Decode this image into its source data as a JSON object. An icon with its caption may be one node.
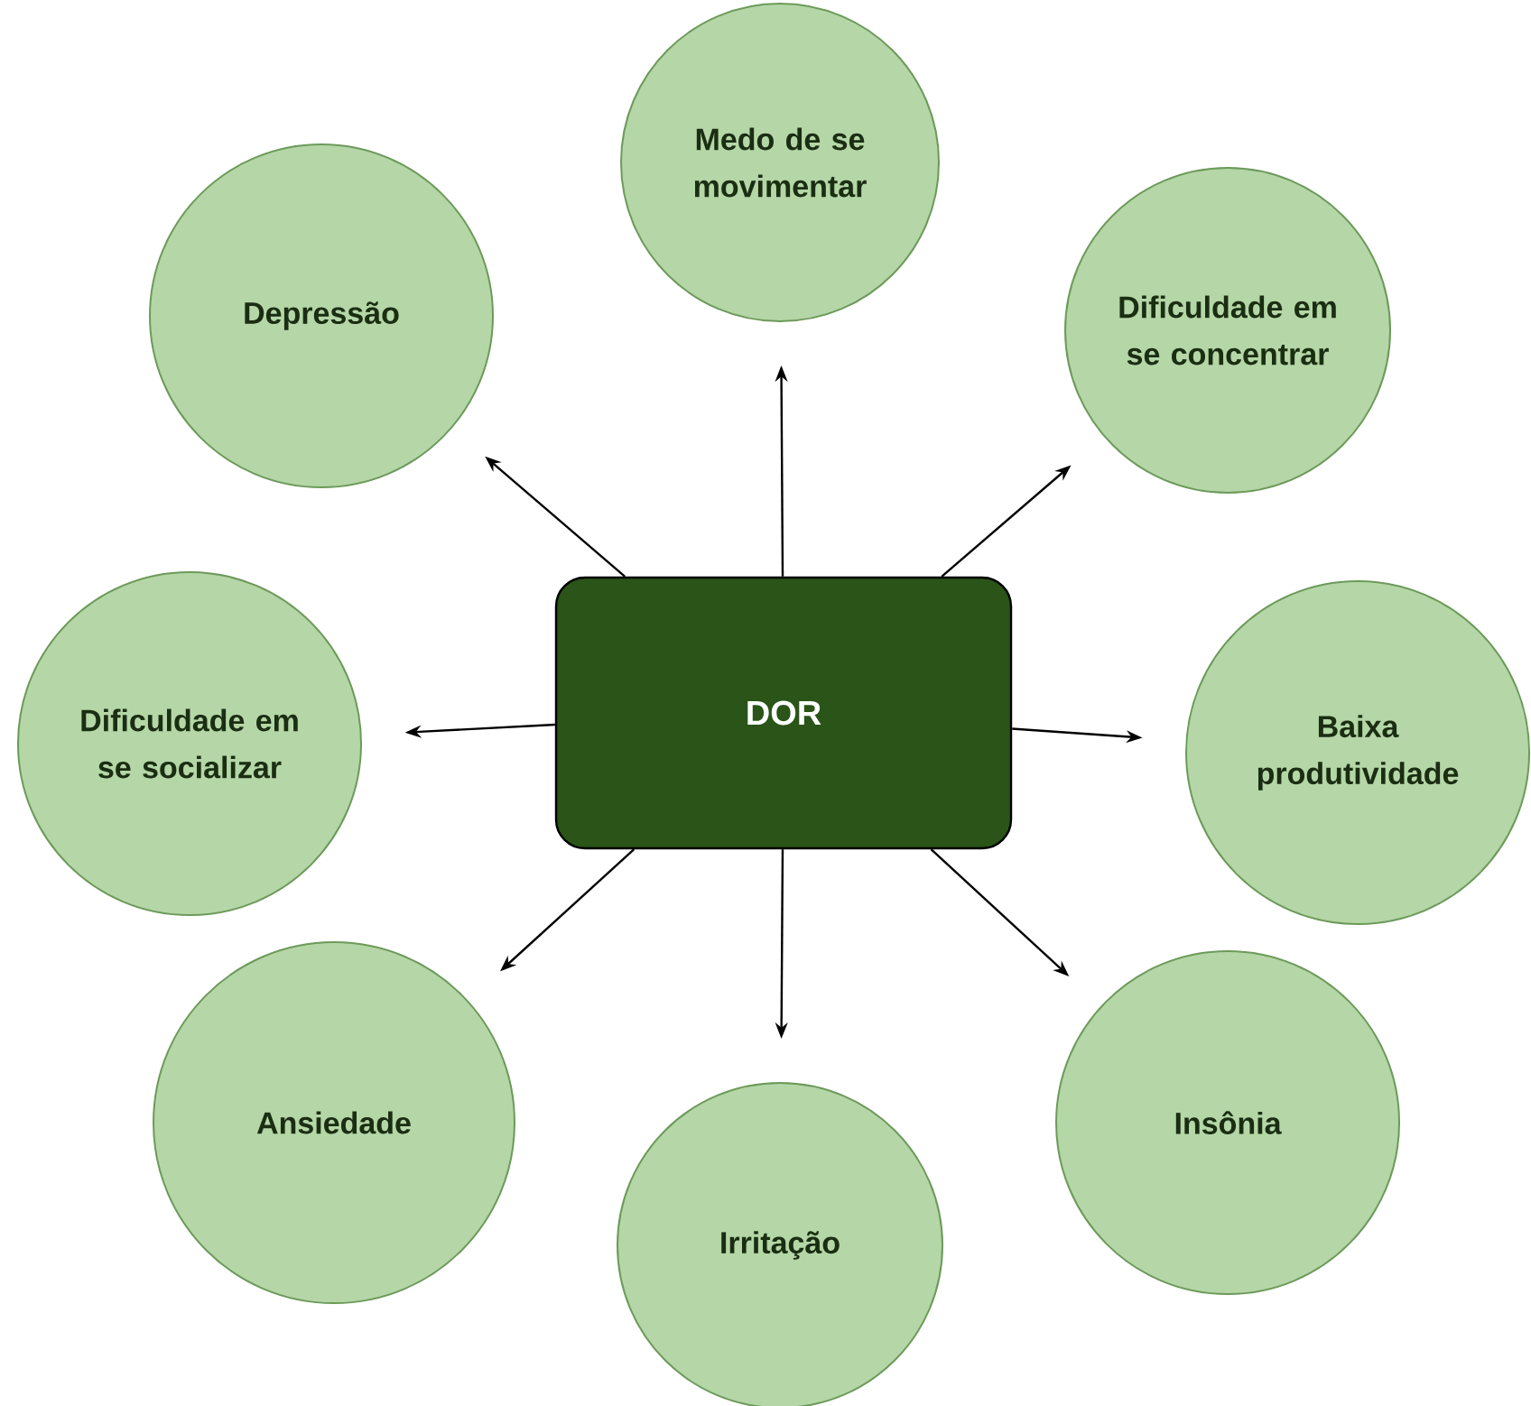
{
  "diagram": {
    "nodes": [
      {
        "text": [
          "Medo de se movimentar"
        ]
      },
      {
        "text": [
          "Depressão"
        ]
      },
      {
        "text": [
          "Dificuldade em se concentrar"
        ]
      },
      {
        "text": [
          "Dificuldade em se socializar"
        ]
      },
      {
        "text": [
          "DOR"
        ]
      },
      {
        "text": [
          "Baixa produtividade"
        ]
      },
      {
        "text": [
          "Ansiedade"
        ]
      },
      {
        "text": [
          "Insônia"
        ]
      },
      {
        "text": [
          "Irritação"
        ]
      }
    ],
    "edges": [
      {
        "from": 4,
        "to": 0,
        "arrow": "to"
      },
      {
        "from": 4,
        "to": 1,
        "arrow": "to"
      },
      {
        "from": 4,
        "to": 2,
        "arrow": "to"
      },
      {
        "from": 4,
        "to": 3,
        "arrow": "to"
      },
      {
        "from": 4,
        "to": 5,
        "arrow": "to"
      },
      {
        "from": 4,
        "to": 6,
        "arrow": "to"
      },
      {
        "from": 4,
        "to": 7,
        "arrow": "to"
      },
      {
        "from": 4,
        "to": 8,
        "arrow": "to"
      }
    ]
  }
}
